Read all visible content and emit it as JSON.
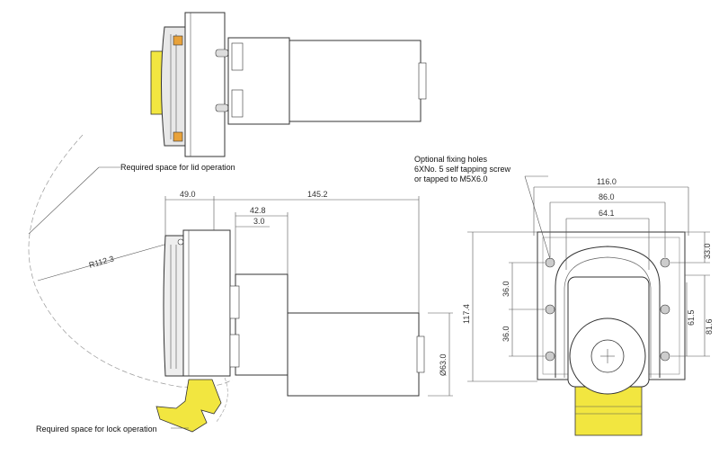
{
  "notes": {
    "lid": "Required space for lid operation",
    "lock": "Required space for lock operation",
    "fixing_1": "Optional fixing holes",
    "fixing_2": "6XNo. 5 self tapping screw",
    "fixing_3": "or tapped to M5X6.0"
  },
  "dims": {
    "d49": "49.0",
    "d145": "145.2",
    "d42": "42.8",
    "d3": "3.0",
    "radius": "R112.3",
    "dia63": "Ø63.0",
    "d116": "116.0",
    "d86": "86.0",
    "d64": "64.1",
    "d117": "117.4",
    "d36a": "36.0",
    "d36b": "36.0",
    "d33": "33.0",
    "d61": "61.5",
    "d81": "81.6"
  },
  "colors": {
    "accent_yellow": "#f2e640",
    "body_fill": "#ffffff",
    "detail_gray": "#bdbdbd",
    "line": "#444444"
  }
}
